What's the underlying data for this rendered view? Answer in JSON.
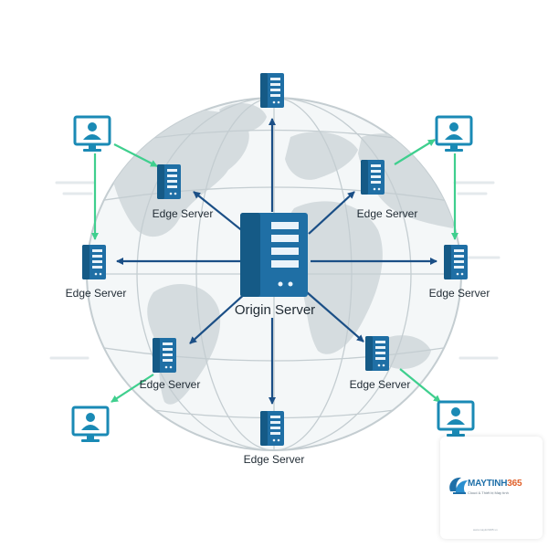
{
  "diagram": {
    "origin_label": "Origin Server",
    "edge_labels": [
      "Edge Server",
      "Edge Server",
      "Edge Server",
      "Edge Server",
      "Edge Server",
      "Edge Server",
      "Edge Server"
    ]
  },
  "logo": {
    "name_main": "MAYTINH",
    "name_accent": "365",
    "tagline": "Cloud & Thiết bị Máy tính",
    "footer": "www.maytinh365.vn"
  },
  "colors": {
    "arrow_blue": "#1b4f86",
    "arrow_green": "#3fcf8e",
    "server_blue": "#1f6fa5",
    "server_dark": "#155a86",
    "client_blue": "#1a8ab5",
    "map_gray": "#d5dcdf",
    "grid_gray": "#c4cdd1"
  },
  "icons": [
    "server-icon",
    "monitor-user-icon",
    "globe-map"
  ]
}
